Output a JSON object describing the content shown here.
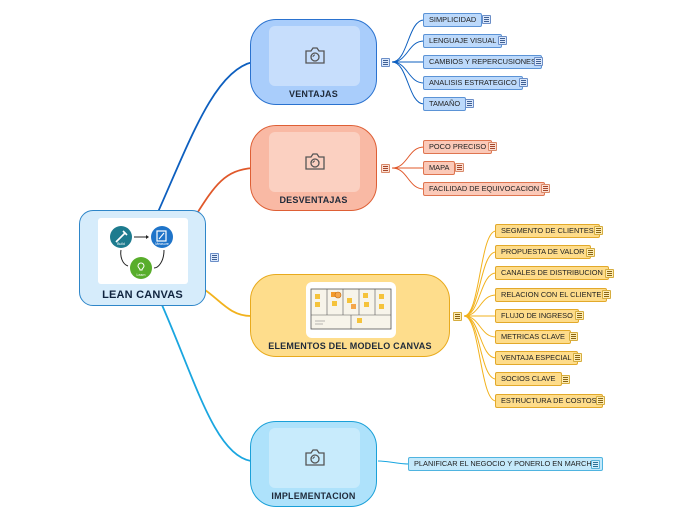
{
  "root": {
    "title": "LEAN CANVAS",
    "icon_labels": [
      "Build",
      "Measure",
      "Learn"
    ]
  },
  "branches": {
    "ventajas": {
      "title": "VENTAJAS",
      "color": "#0d5fbf",
      "items": [
        "SIMPLICIDAD",
        "LENGUAJE VISUAL",
        "CAMBIOS Y REPERCUSIONES",
        "ANALISIS ESTRATEGICO",
        "TAMAÑO"
      ]
    },
    "desventajas": {
      "title": "DESVENTAJAS",
      "color": "#e0582a",
      "items": [
        "POCO PRECISO",
        "MAPA",
        "FACILIDAD DE EQUIVOCACION"
      ]
    },
    "elementos": {
      "title": "ELEMENTOS DEL MODELO CANVAS",
      "color": "#f2b21d",
      "items": [
        "SEGMENTO DE CLIENTES",
        "PROPUESTA DE VALOR",
        "CANALES DE DISTRIBUCION",
        "RELACION CON EL CLIENTE",
        "FLUJO DE INGRESO",
        "METRICAS CLAVE",
        "VENTAJA ESPECIAL",
        "SOCIOS CLAVE",
        "ESTRUCTURA DE COSTOS"
      ]
    },
    "implementacion": {
      "title": "IMPLEMENTACION",
      "color": "#1aa6e0",
      "items": [
        "PLANIFICAR EL NEGOCIO Y PONERLO EN MARCHA"
      ]
    }
  }
}
